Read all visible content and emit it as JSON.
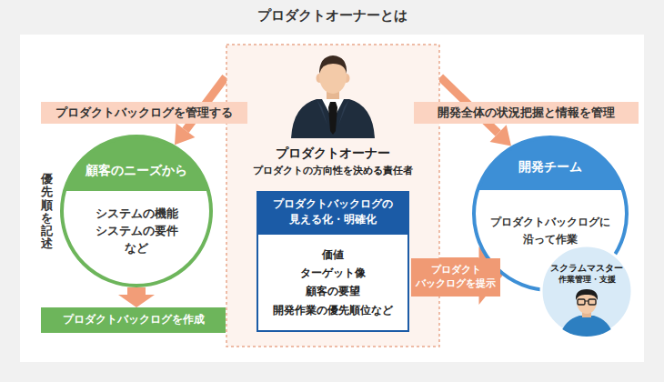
{
  "diagram": {
    "title": "プロダクトオーナーとは",
    "nodes": [
      {
        "text": [
          "プロダクトオーナー",
          "プロダクトの方向性を決める責任者"
        ]
      },
      {
        "text": [
          "プロダクトバックログの 見える化・明確化",
          "価値 ターゲット像 顧客の要望 開発作業の優先順位など"
        ],
        "in": 0
      },
      {
        "text": [
          "顧客のニーズから",
          "システムの機能 システムの要件 など"
        ]
      },
      {
        "text": [
          "プロダクトバックログを作成"
        ]
      },
      {
        "text": [
          "開発チーム",
          "プロダクトバックログに 沿って作業"
        ]
      },
      {
        "text": [
          "スクラムマスター",
          "作業管理・支援"
        ]
      }
    ],
    "edges": [
      {
        "from": 0,
        "to": 2,
        "label": "プロダクトバックログを管理する",
        "arrow": "to"
      },
      {
        "from": 0,
        "to": 4,
        "label": "開発全体の状況把握と情報を管理",
        "arrow": "to"
      },
      {
        "from": 1,
        "to": 4,
        "label": "プロダクト バックログを提示",
        "arrow": "to"
      },
      {
        "from": 2,
        "to": 3,
        "arrow": "to"
      }
    ],
    "labels": [
      "優先順を記述"
    ]
  }
}
